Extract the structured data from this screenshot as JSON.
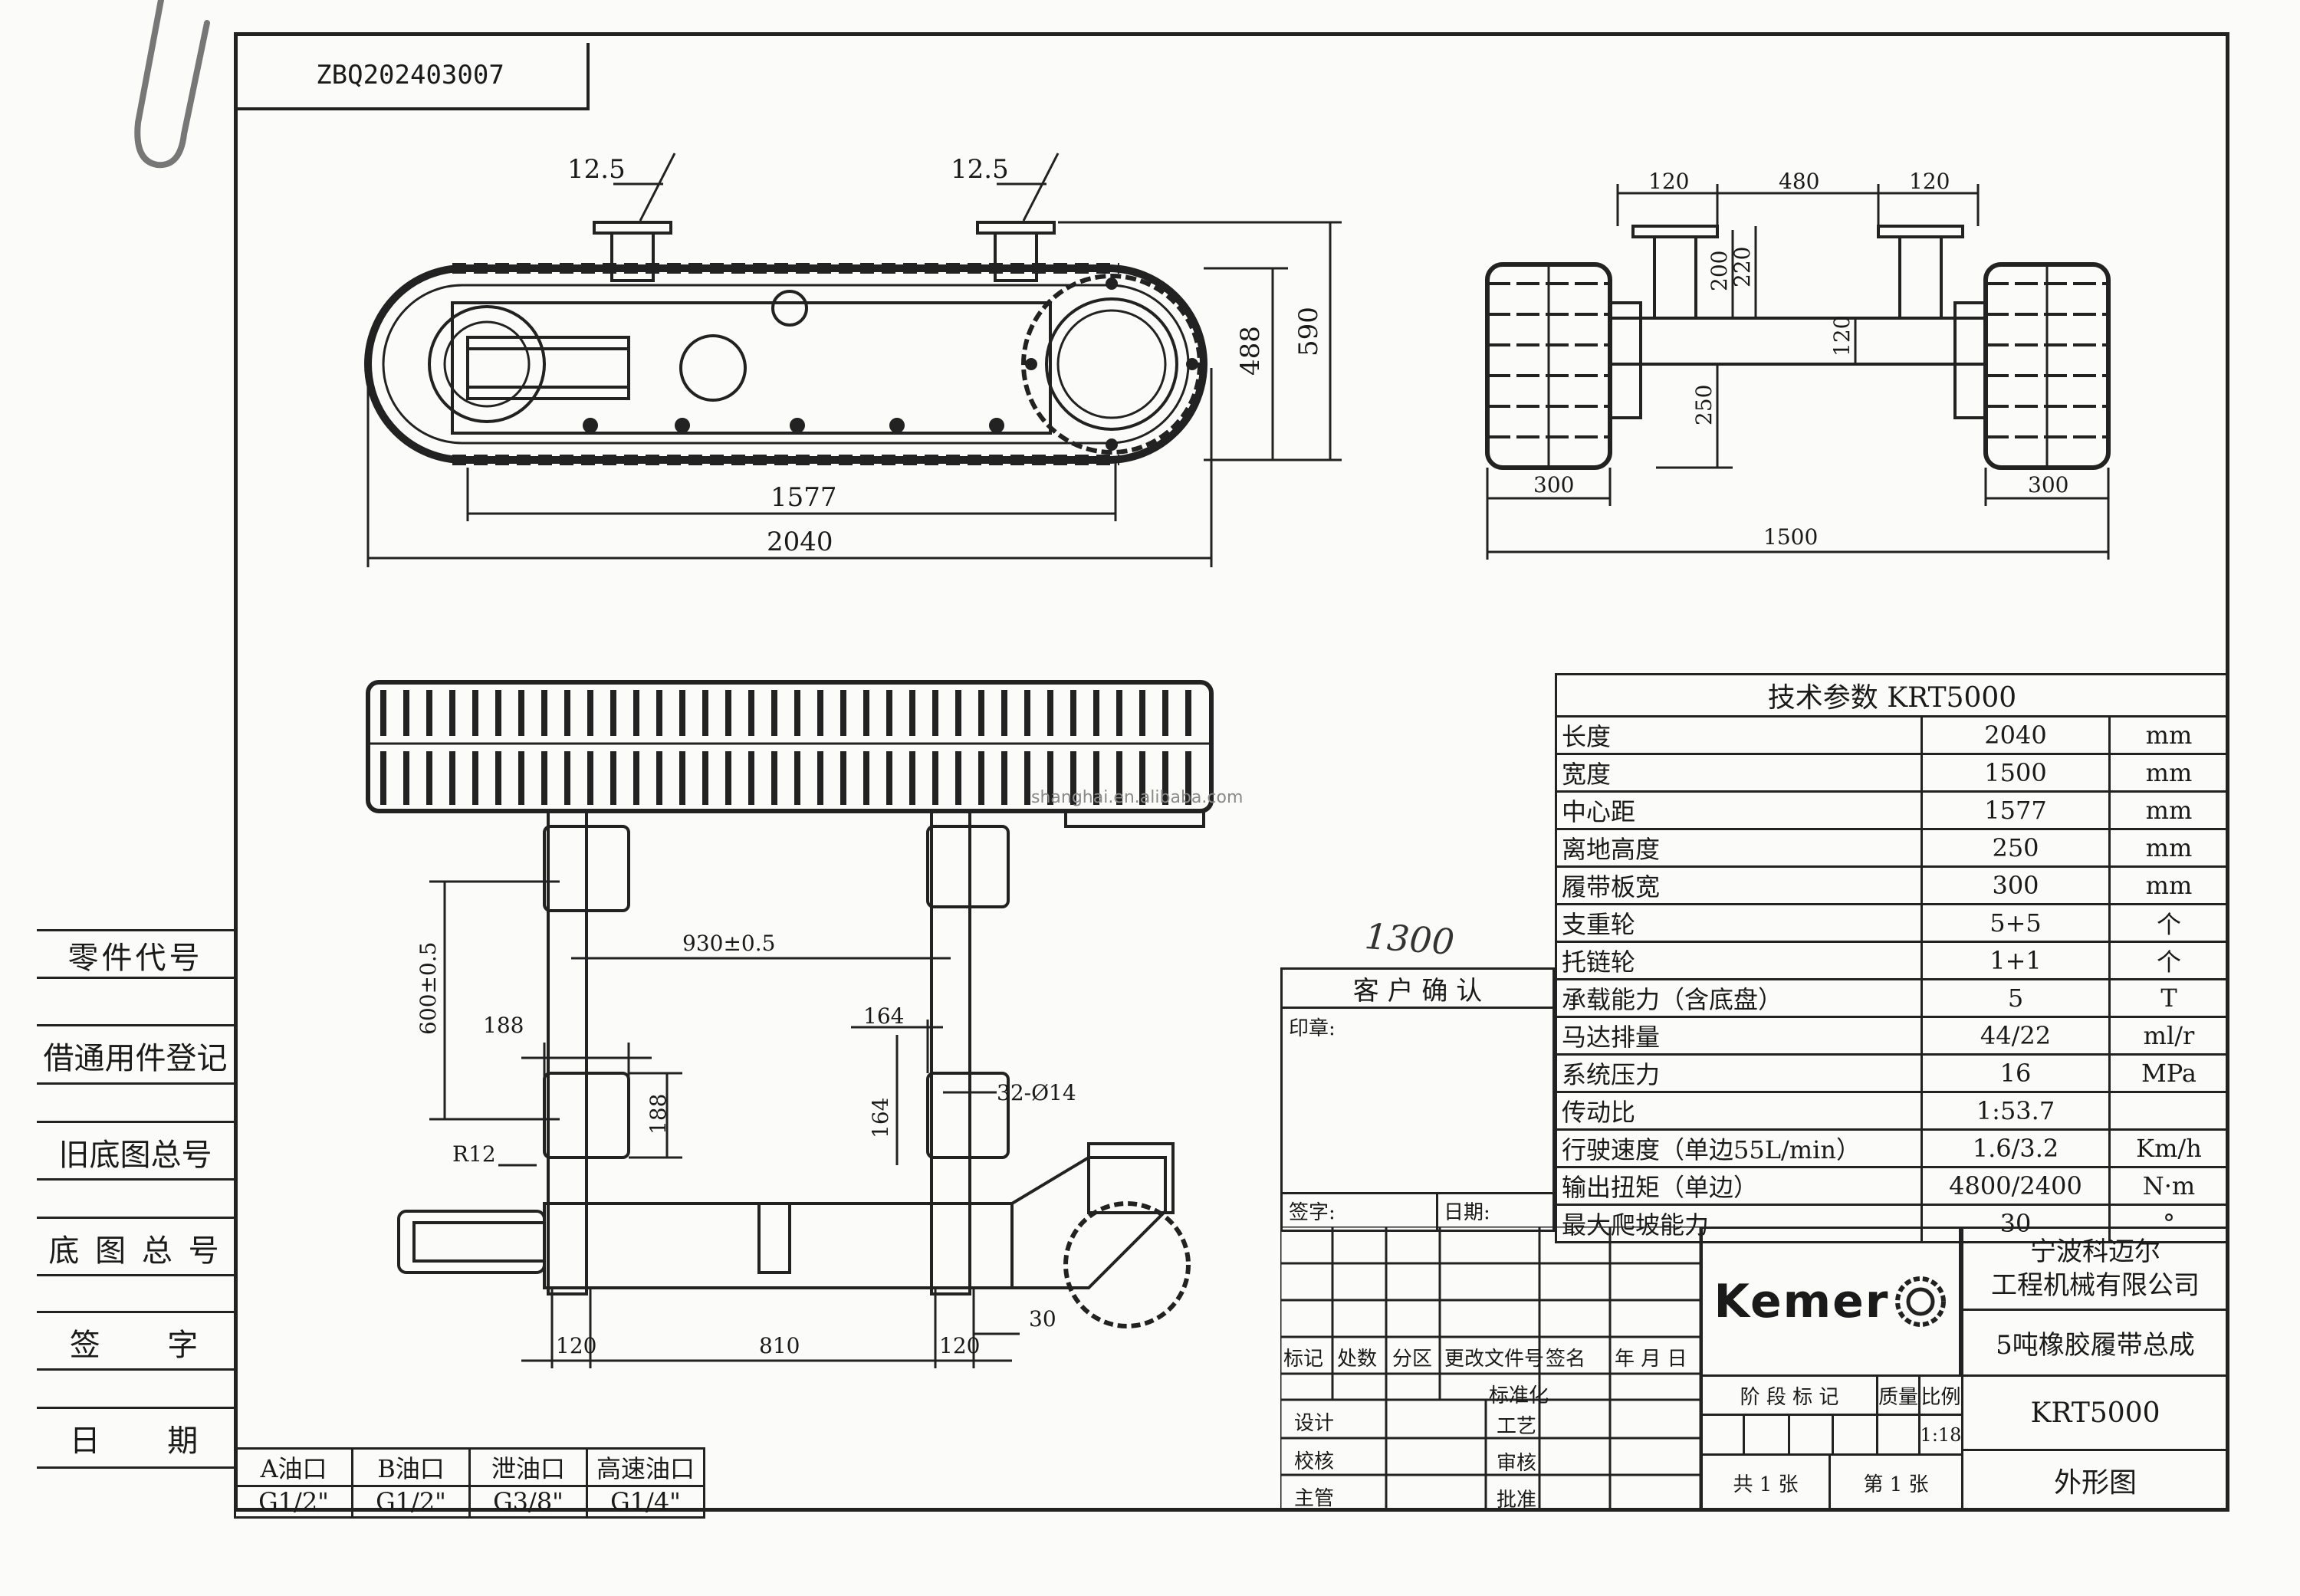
{
  "drawing_no": "ZBQ202403007",
  "watermark": "shanghai.en.alibaba.com",
  "handwritten_note": "1300",
  "dims": {
    "side_12_5_a": "12.5",
    "side_12_5_b": "12.5",
    "side_488": "488",
    "side_590": "590",
    "side_1577": "1577",
    "side_2040": "2040",
    "front_120a": "120",
    "front_480": "480",
    "front_120b": "120",
    "front_200": "200",
    "front_220": "220",
    "front_120c": "120",
    "front_250": "250",
    "front_300a": "300",
    "front_300b": "300",
    "front_1500": "1500",
    "top_930": "930±0.5",
    "top_600": "600±0.5",
    "top_188a": "188",
    "top_188b": "188",
    "top_164a": "164",
    "top_164b": "164",
    "top_32": "32-Ø14",
    "top_r12": "R12",
    "top_120a": "120",
    "top_810": "810",
    "top_120b": "120",
    "top_30": "30"
  },
  "side_strip": {
    "part_code": "零件代号",
    "borrow": "借通用件登记",
    "old_base": "旧底图总号",
    "base_total": "底 图 总 号",
    "sign": "签     字",
    "date": "日     期"
  },
  "oil_ports": {
    "headers": [
      "A油口",
      "B油口",
      "泄油口",
      "高速油口"
    ],
    "values": [
      "G1/2\"",
      "G1/2\"",
      "G3/8\"",
      "G1/4\""
    ]
  },
  "tech": {
    "title": "技术参数  KRT5000",
    "rows": [
      {
        "name": "长度",
        "value": "2040",
        "unit": "mm"
      },
      {
        "name": "宽度",
        "value": "1500",
        "unit": "mm"
      },
      {
        "name": "中心距",
        "value": "1577",
        "unit": "mm"
      },
      {
        "name": "离地高度",
        "value": "250",
        "unit": "mm"
      },
      {
        "name": "履带板宽",
        "value": "300",
        "unit": "mm"
      },
      {
        "name": "支重轮",
        "value": "5+5",
        "unit": "个"
      },
      {
        "name": "托链轮",
        "value": "1+1",
        "unit": "个"
      },
      {
        "name": "承载能力（含底盘）",
        "value": "5",
        "unit": "T"
      },
      {
        "name": "马达排量",
        "value": "44/22",
        "unit": "ml/r"
      },
      {
        "name": "系统压力",
        "value": "16",
        "unit": "MPa"
      },
      {
        "name": "传动比",
        "value": "1:53.7",
        "unit": ""
      },
      {
        "name": "行驶速度（单边55L/min）",
        "value": "1.6/3.2",
        "unit": "Km/h"
      },
      {
        "name": "输出扭矩（单边）",
        "value": "4800/2400",
        "unit": "N·m"
      },
      {
        "name": "最大爬坡能力",
        "value": "30",
        "unit": "°"
      }
    ]
  },
  "customer": {
    "title": "客 户 确 认",
    "seal": "印章:",
    "signature": "签字:",
    "date": "日期:"
  },
  "title_block": {
    "rev_headers": [
      "标记",
      "处数",
      "分区",
      "更改文件号",
      "签名",
      "年 月 日"
    ],
    "roles": [
      "设计",
      "校核",
      "主管"
    ],
    "approvals": [
      "标准化",
      "工艺",
      "审核",
      "批准"
    ],
    "logo_text": "Kemer",
    "company_line1": "宁波科迈尔",
    "company_line2": "工程机械有限公司",
    "product": "5吨橡胶履带总成",
    "stage_label": "阶 段 标 记",
    "mass_label": "质量",
    "scale_label": "比例",
    "scale_value": "1:18",
    "model": "KRT5000",
    "sheets_total": "共 1 张",
    "sheet_no": "第 1 张",
    "view_name": "外形图"
  }
}
